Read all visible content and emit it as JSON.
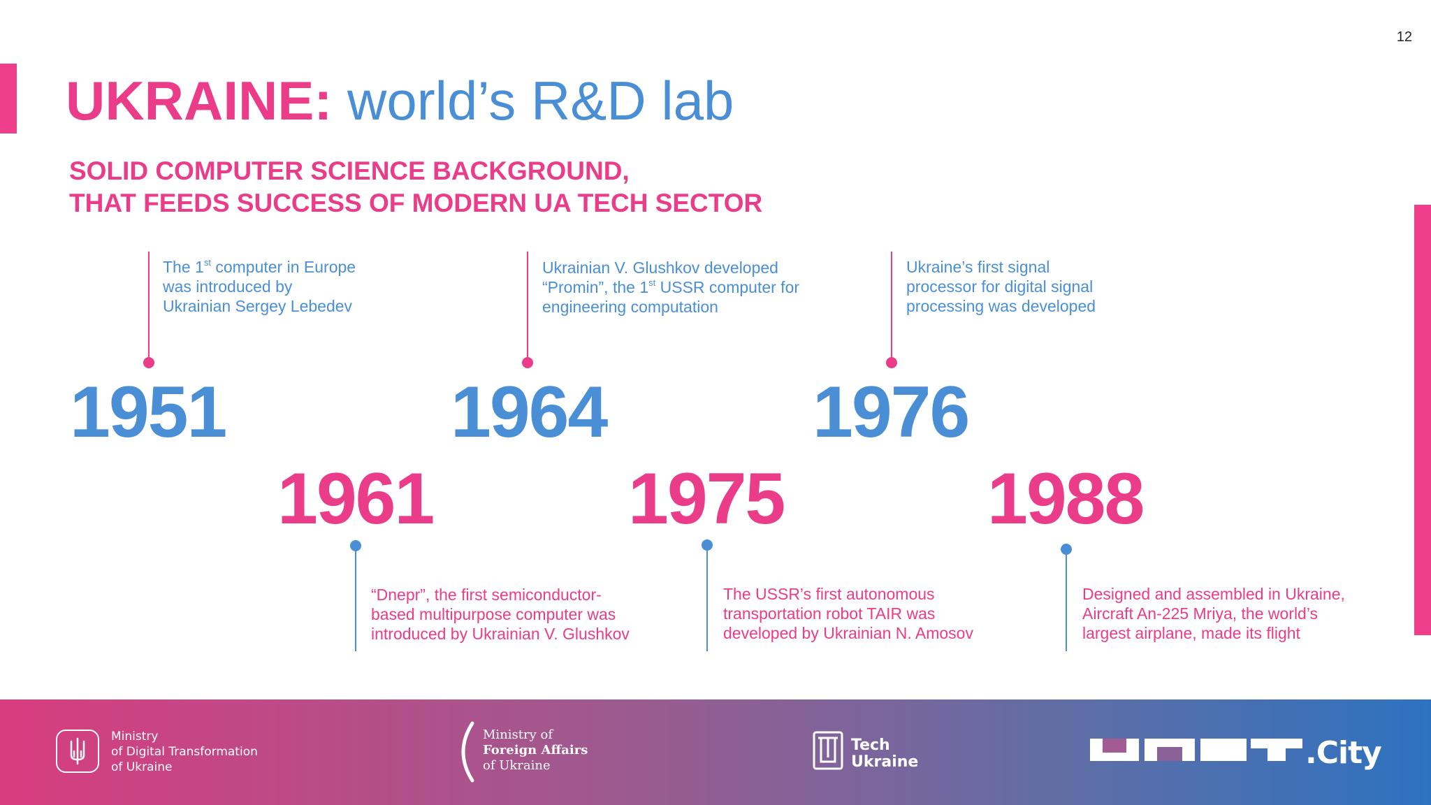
{
  "page_number": "12",
  "title": {
    "bold": "UKRAINE:",
    "light": " world’s R&D lab"
  },
  "subtitle": {
    "line1": "SOLID COMPUTER SCIENCE BACKGROUND,",
    "line2": "THAT FEEDS SUCCESS OF MODERN UA TECH SECTOR"
  },
  "timeline": {
    "y1951": {
      "year": "1951",
      "l1a": "The 1",
      "l1sup": "st",
      "l1b": " computer in Europe",
      "l2": "was introduced by",
      "l3": "Ukrainian Sergey Lebedev"
    },
    "y1964": {
      "year": "1964",
      "l1": "Ukrainian V. Glushkov developed",
      "l2a": "“Promin”, the 1",
      "l2sup": "st",
      "l2b": " USSR computer for",
      "l3": "engineering computation"
    },
    "y1976": {
      "year": "1976",
      "l1": "Ukraine’s first signal",
      "l2": "processor for digital signal",
      "l3": "processing was developed"
    },
    "y1961": {
      "year": "1961",
      "l1": "“Dnepr”, the first semiconductor-",
      "l2": "based multipurpose computer was",
      "l3": "introduced by Ukrainian V. Glushkov"
    },
    "y1975": {
      "year": "1975",
      "l1": "The USSR’s first autonomous",
      "l2": "transportation robot TAIR was",
      "l3": "developed by Ukrainian N. Amosov"
    },
    "y1988": {
      "year": "1988",
      "l1": "Designed and assembled in Ukraine,",
      "l2": "Aircraft An-225 Mriya, the world’s",
      "l3": "largest airplane, made its flight"
    }
  },
  "footer": {
    "mdt": {
      "l1": "Ministry",
      "l2": "of Digital Transformation",
      "l3": "of Ukraine"
    },
    "mfa": {
      "l1": "Ministry of",
      "l2": "Foreign Affairs",
      "l3": "of Ukraine"
    },
    "tech": {
      "l1": "Tech",
      "l2": "Ukraine"
    },
    "unit": {
      "word": "UNIT",
      "city": ".City"
    }
  },
  "colors": {
    "pink": "#ea3c88",
    "blue": "#4a8fd6"
  },
  "icons": [
    "trident-icon",
    "mfa-arc-icon",
    "tech-ukraine-icon",
    "unit-city-logo"
  ]
}
